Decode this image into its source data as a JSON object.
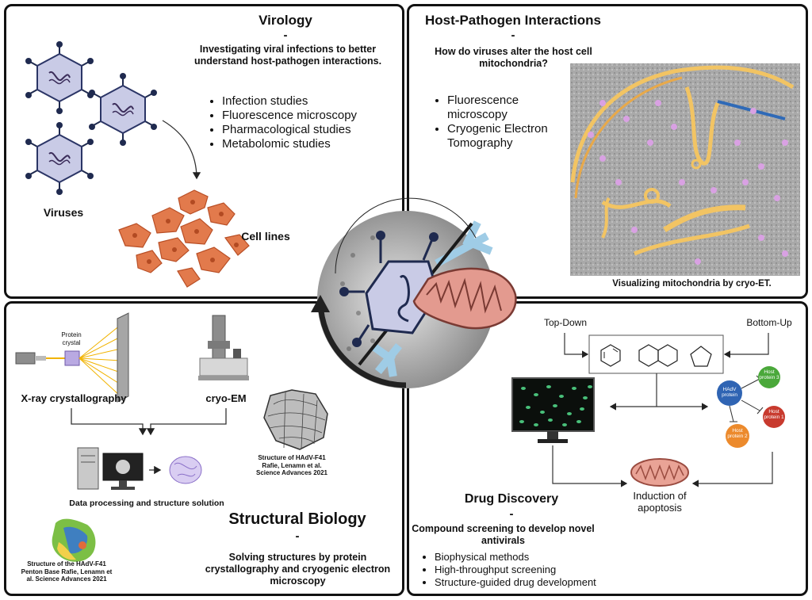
{
  "virology": {
    "title": "Virology",
    "dash": "-",
    "subtitle": "Investigating viral infections to better understand host-pathogen interactions.",
    "bullets": [
      "Infection studies",
      "Fluorescence microscopy",
      "Pharmacological studies",
      "Metabolomic studies"
    ],
    "viruses_label": "Viruses",
    "cells_label": "Cell lines"
  },
  "host_pathogen": {
    "title": "Host-Pathogen Interactions",
    "dash": "-",
    "subtitle": "How do viruses alter the host cell mitochondria?",
    "bullets": [
      "Fluorescence microscopy",
      "Cryogenic Electron Tomography"
    ],
    "caption": "Visualizing mitochondria by cryo-ET."
  },
  "structural": {
    "protein_crystal": "Protein crystal",
    "xray_label": "X-ray crystallography",
    "cryoem_label": "cryo-EM",
    "adv_caption": "Structure of HAdV-F41 Rafie, Lenamn et al. Science Advances 2021",
    "data_processing": "Data processing and structure solution",
    "penton_caption": "Structure of the HAdV-F41 Penton Base Rafie, Lenamn et al. Science Advances 2021",
    "title": "Structural Biology",
    "dash": "-",
    "subtitle": "Solving structures by protein crystallography and cryogenic electron microscopy"
  },
  "drug": {
    "top_down": "Top-Down",
    "bottom_up": "Bottom-Up",
    "hadv_protein": "HAdV protein",
    "host_protein_3": "Host protein 3",
    "host_protein_1": "Host protein 1",
    "host_protein_2": "Host protein 2",
    "apoptosis": "Induction of apoptosis",
    "title": "Drug Discovery",
    "dash": "-",
    "subtitle": "Compound screening to develop novel antivirals",
    "bullets": [
      "Biophysical methods",
      "High-throughput screening",
      "Structure-guided drug development"
    ]
  },
  "colors": {
    "virus_fill": "#c9cbe6",
    "cell_orange": "#e27a4c",
    "mito_gold": "#f2c463",
    "mito_pink": "#e39a8f",
    "snowflake": "#9fcce6",
    "node_blue": "#2f64b3",
    "node_green": "#4aa83a",
    "node_red": "#c83a2e",
    "node_orange": "#ec8a2c"
  }
}
